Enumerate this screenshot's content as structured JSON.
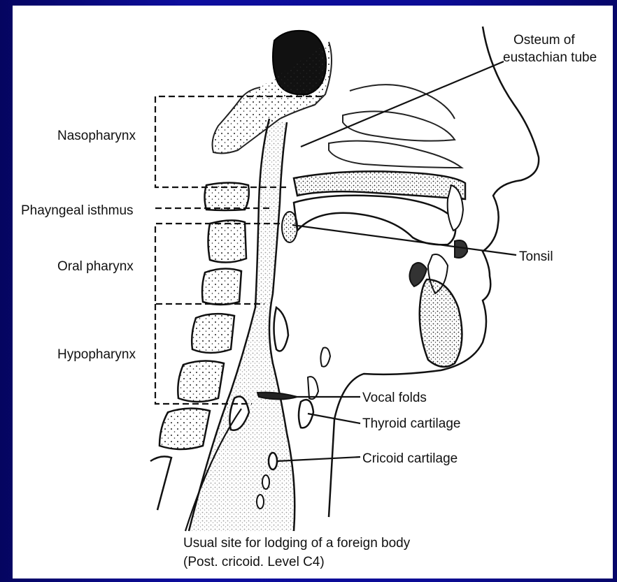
{
  "labels": {
    "osteum": [
      "Osteum of",
      "eustachian tube"
    ],
    "nasopharynx": "Nasopharynx",
    "isthmus": "Phayngeal isthmus",
    "oral_pharynx": "Oral pharynx",
    "tonsil": "Tonsil",
    "hypopharynx": "Hypopharynx",
    "vocal_folds": "Vocal folds",
    "thyroid": "Thyroid cartilage",
    "cricoid": "Cricoid cartilage",
    "foreign_body": [
      "Usual site for lodging of a foreign body",
      "(Post. cricoid. Level C4)"
    ]
  },
  "colors": {
    "background": "#0b0b8f",
    "panel": "#ffffff",
    "ink": "#111111"
  }
}
